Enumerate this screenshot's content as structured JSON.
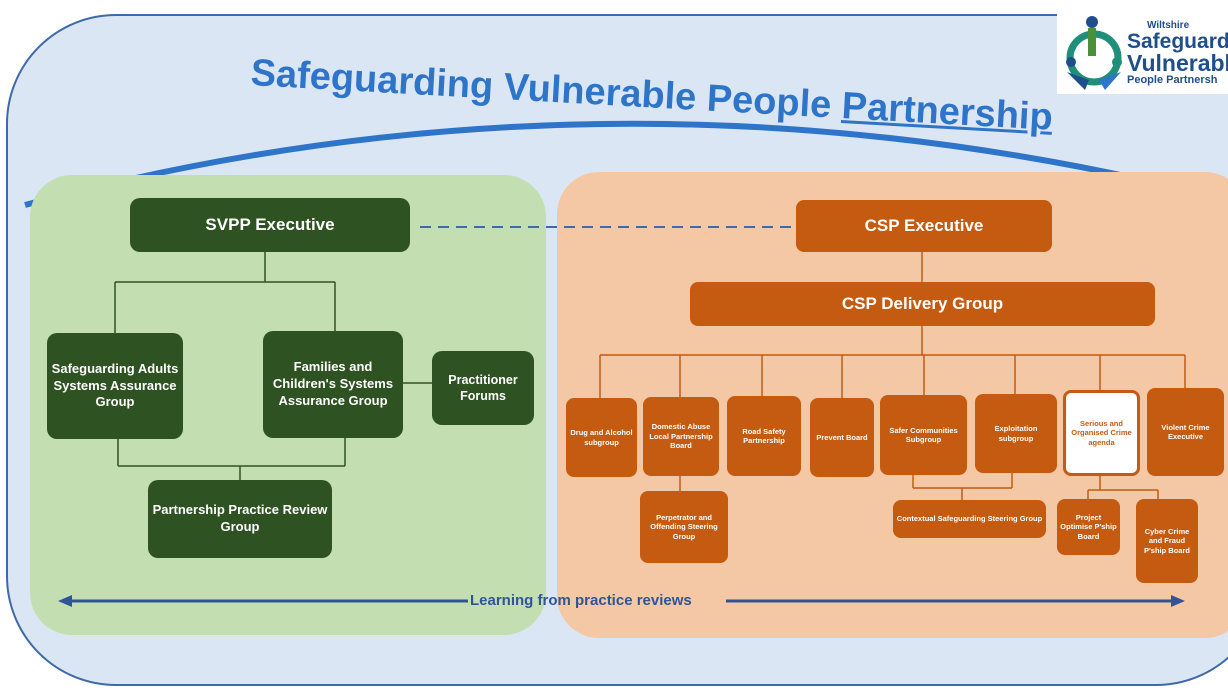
{
  "title": {
    "main": "Safeguarding Vulnerable People",
    "underlined": "Partnership"
  },
  "logo": {
    "line1": "Wiltshire",
    "line2": "Safeguardin",
    "line3": "Vulnerabl",
    "line4": "People Partnersh"
  },
  "svpp": {
    "executive": "SVPP Executive",
    "adults": "Safeguarding Adults Systems Assurance Group",
    "families": "Families and Children's Systems Assurance Group",
    "forums": "Practitioner Forums",
    "practice_review": "Partnership Practice Review Group"
  },
  "csp": {
    "executive": "CSP Executive",
    "delivery": "CSP Delivery Group",
    "subgroups": {
      "drug": "Drug and Alcohol subgroup",
      "domestic": "Domestic Abuse Local Partnership Board",
      "road": "Road Safety Partnership",
      "prevent": "Prevent Board",
      "safer": "Safer Communities Subgroup",
      "exploitation": "Exploitation subgroup",
      "serious": "Serious and Organised Crime agenda",
      "violent": "Violent Crime Executive"
    },
    "perpetrator": "Perpetrator and Offending Steering Group",
    "contextual": "Contextual Safeguarding Steering Group",
    "optimise": "Project Optimise P'ship Board",
    "cyber": "Cyber Crime and Fraud P'ship Board"
  },
  "learning": "Learning from practice reviews",
  "colors": {
    "green_dark": "#2f5223",
    "orange": "#c55a11",
    "blue_accent": "#2e75c9"
  }
}
